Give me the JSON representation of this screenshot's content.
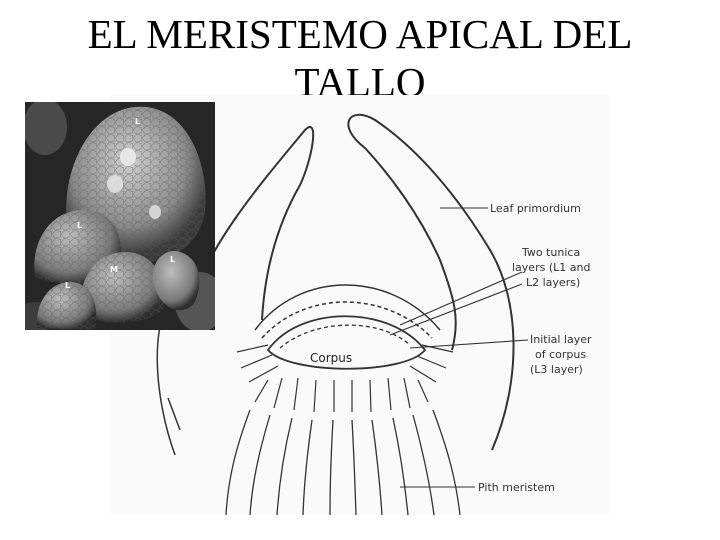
{
  "slide": {
    "title_line1": "EL MERISTEMO APICAL DEL",
    "title_line2": "TALLO"
  },
  "photo": {
    "labels": [
      "L",
      "L",
      "M",
      "L",
      "L"
    ]
  },
  "diagram": {
    "leaf_primordium": "Leaf primordium",
    "tunica_line1": "Two tunica",
    "tunica_line2": "layers (L1 and",
    "tunica_line3": "L2 layers)",
    "initial_line1": "Initial layer",
    "initial_line2": "of corpus",
    "initial_line3": "(L3 layer)",
    "corpus": "Corpus",
    "pith_meristem": "Pith meristem"
  },
  "colors": {
    "line": "#333333",
    "photo_bg": "#1c1c1c"
  }
}
